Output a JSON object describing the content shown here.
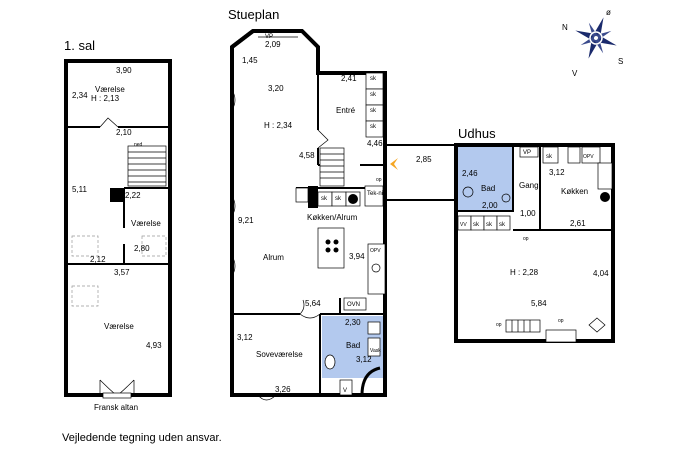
{
  "titles": {
    "first_floor": "1. sal",
    "ground_floor": "Stueplan",
    "outbuilding": "Udhus"
  },
  "disclaimer": "Vejledende tegning uden ansvar.",
  "compass": {
    "n": "N",
    "o": "ø",
    "s": "S",
    "v": "V"
  },
  "first_floor": {
    "dim_top": "3,90",
    "room1_name": "Værelse",
    "room1_height": "H : 2,13",
    "dim_left_top": "2,34",
    "dim_stair_width": "2,10",
    "stair_label": "ned",
    "dim_left_mid": "5,11",
    "dim_room2_top": "2,22",
    "room2_name": "Værelse",
    "dim_room2_side": "2,80",
    "dim_hall": "2,12",
    "dim_bottom_room_top": "3,57",
    "room3_name": "Værelse",
    "dim_room3_side": "4,93",
    "balcony": "Fransk altan"
  },
  "ground_floor": {
    "vp": "VP",
    "dim_bay": "2,09",
    "dim_top_left": "1,45",
    "dim_living_upper": "3,20",
    "height": "H : 2,34",
    "dim_entrance_top": "2,41",
    "entrance": "Entré",
    "dim_entrance_side": "4,46",
    "dim_stair": "4,58",
    "op": "op",
    "sk": "sk",
    "teknik": "Tek-nik",
    "kitchen": "Køkken/Alrum",
    "dim_living_side": "9,21",
    "living": "Alrum",
    "opv": "OPV",
    "dim_kitchen_side": "3,94",
    "dim_bottom": "5,64",
    "ovn": "OVN",
    "dim_bath_top": "2,30",
    "dim_bed_side": "3,12",
    "bedroom": "Soveværelse",
    "bath": "Bad",
    "dim_bath_side": "3,12",
    "vask": "Vask",
    "dim_bed_bottom": "3,26",
    "v": "V",
    "dim_outside": "2,85"
  },
  "outbuilding": {
    "dim_bath_side": "2,46",
    "bath": "Bad",
    "dim_bath_bottom": "2,00",
    "vp": "VP",
    "gang": "Gang",
    "sk": "sk",
    "opv": "OPV",
    "dim_kitchen": "3,12",
    "kitchen": "Køkken",
    "dim_gang": "1,00",
    "dim_kitchen_bottom": "2,61",
    "vv": "VV",
    "op": "op",
    "height": "H : 2,28",
    "dim_side": "4,04",
    "dim_width": "5,84"
  },
  "colors": {
    "bathroom": "#b3c9ee",
    "entrance_arrow": "#f5a623",
    "compass": "#1a2a6c"
  }
}
